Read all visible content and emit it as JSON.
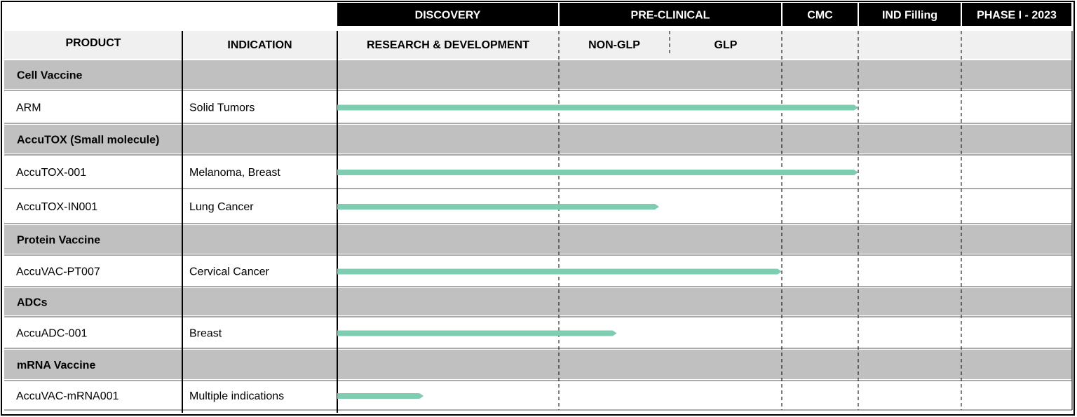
{
  "chart_data": {
    "type": "table",
    "stages": [
      {
        "name": "DISCOVERY"
      },
      {
        "name": "PRE-CLINICAL"
      },
      {
        "name": "CMC"
      },
      {
        "name": "IND Filling"
      },
      {
        "name": "PHASE I - 2023"
      }
    ],
    "header": {
      "product": "PRODUCT",
      "indication": "INDICATION",
      "substages": [
        "RESEARCH & DEVELOPMENT",
        "NON-GLP",
        "GLP",
        "",
        ""
      ]
    },
    "rows": [
      {
        "kind": "category",
        "label": "Cell Vaccine",
        "full_width": false
      },
      {
        "kind": "product",
        "product": "ARM",
        "indication": "Solid Tumors",
        "progress_end": "CMC",
        "progress_fraction": 1.0
      },
      {
        "kind": "category",
        "label": "AccuTOX (Small molecule)",
        "full_width": false
      },
      {
        "kind": "product",
        "product": "AccuTOX-001",
        "indication": "Melanoma, Breast",
        "progress_end": "CMC",
        "progress_fraction": 1.0
      },
      {
        "kind": "product",
        "product": "AccuTOX-IN001",
        "indication": "Lung Cancer",
        "progress_end": "PRE-CLINICAL",
        "progress_fraction": 0.45
      },
      {
        "kind": "category",
        "label": "Protein Vaccine",
        "full_width": true
      },
      {
        "kind": "product",
        "product": "AccuVAC-PT007",
        "indication": "Cervical Cancer",
        "progress_end": "PRE-CLINICAL",
        "progress_fraction": 1.0
      },
      {
        "kind": "category",
        "label": "ADCs",
        "full_width": false
      },
      {
        "kind": "product",
        "product": "AccuADC-001",
        "indication": "Breast",
        "progress_end": "PRE-CLINICAL",
        "progress_fraction": 0.26
      },
      {
        "kind": "category",
        "label": "mRNA Vaccine",
        "full_width": false
      },
      {
        "kind": "product",
        "product": "AccuVAC-mRNA001",
        "indication": "Multiple indications",
        "progress_end": "DISCOVERY",
        "progress_fraction": 0.39
      }
    ],
    "colors": {
      "bar": "#7fcdb0",
      "category_band": "#c0c0c0",
      "header_band": "#f0f0f0",
      "stage_band": "#000000"
    }
  }
}
